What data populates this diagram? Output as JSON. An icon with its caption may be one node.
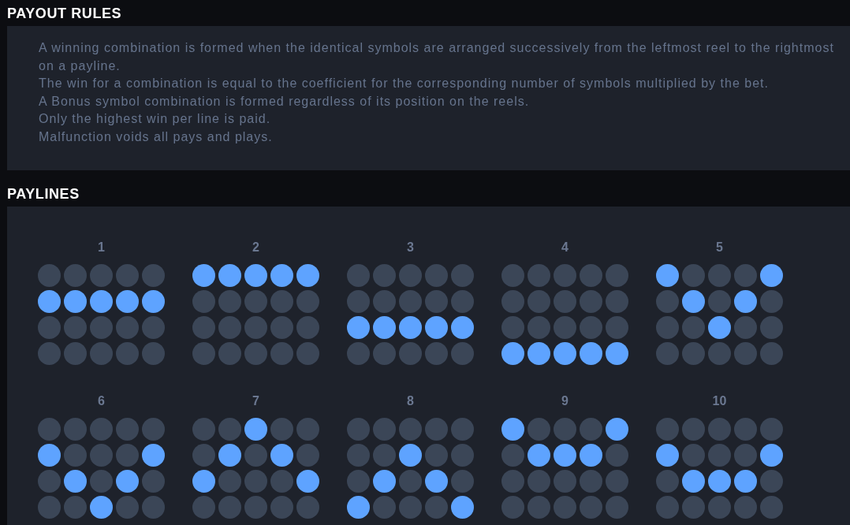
{
  "diagram": {
    "nodes": [
      {
        "text": [
          "PAYOUT RULES",
          "A winning combination is formed when the identical symbols are arranged successively from the leftmost reel to the rightmost on a payline.",
          "The win for a combination is equal to the coefficient for the corresponding number of symbols multiplied by the bet.",
          "A Bonus symbol combination is formed regardless of its position on the reels.",
          "Only the highest win per line is paid.",
          "Malfunction voids all pays and plays."
        ]
      },
      {
        "text": [
          "PAYLINES"
        ]
      }
    ],
    "labels": [
      "1",
      "2",
      "3",
      "4",
      "5",
      "6",
      "7",
      "8",
      "9",
      "10"
    ]
  }
}
